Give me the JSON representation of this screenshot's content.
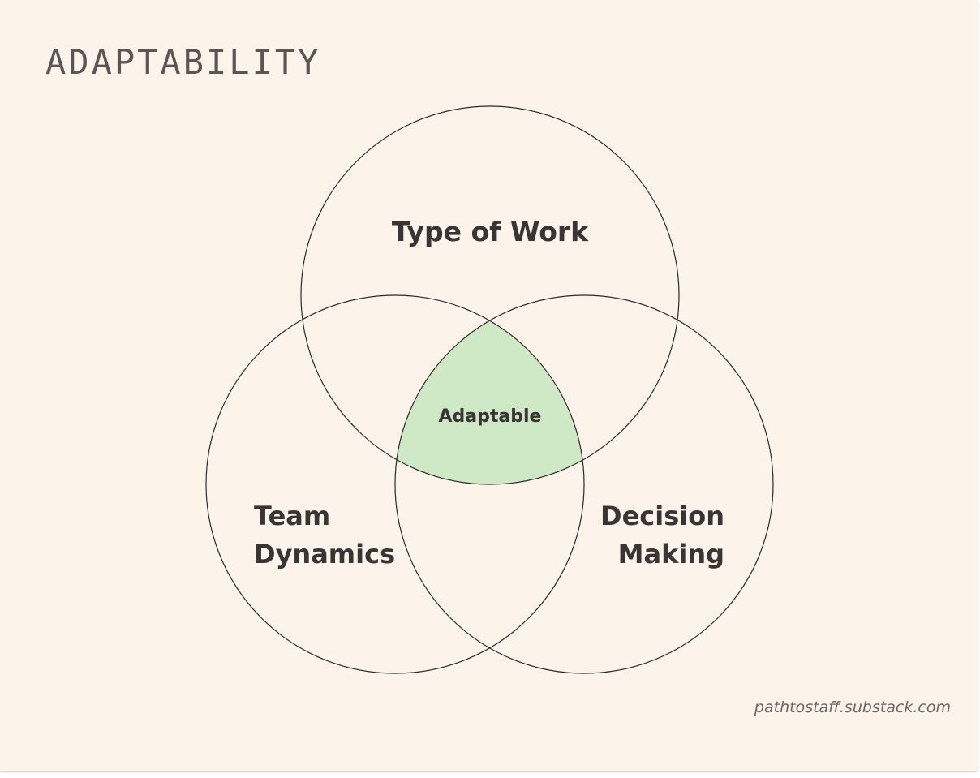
{
  "title": "ADAPTABILITY",
  "circles": {
    "top_label": "Type of Work",
    "left_label_line1": "Team",
    "left_label_line2": "Dynamics",
    "right_label_line1": "Decision",
    "right_label_line2": "Making"
  },
  "intersection": {
    "label": "Adaptable",
    "fill_color": "#cfe8c6"
  },
  "colors": {
    "background": "#fcf3ea",
    "stroke": "#2b2b2b",
    "text": "#3b3434",
    "title": "#5e5455"
  },
  "footer": "pathtostaff.substack.com"
}
